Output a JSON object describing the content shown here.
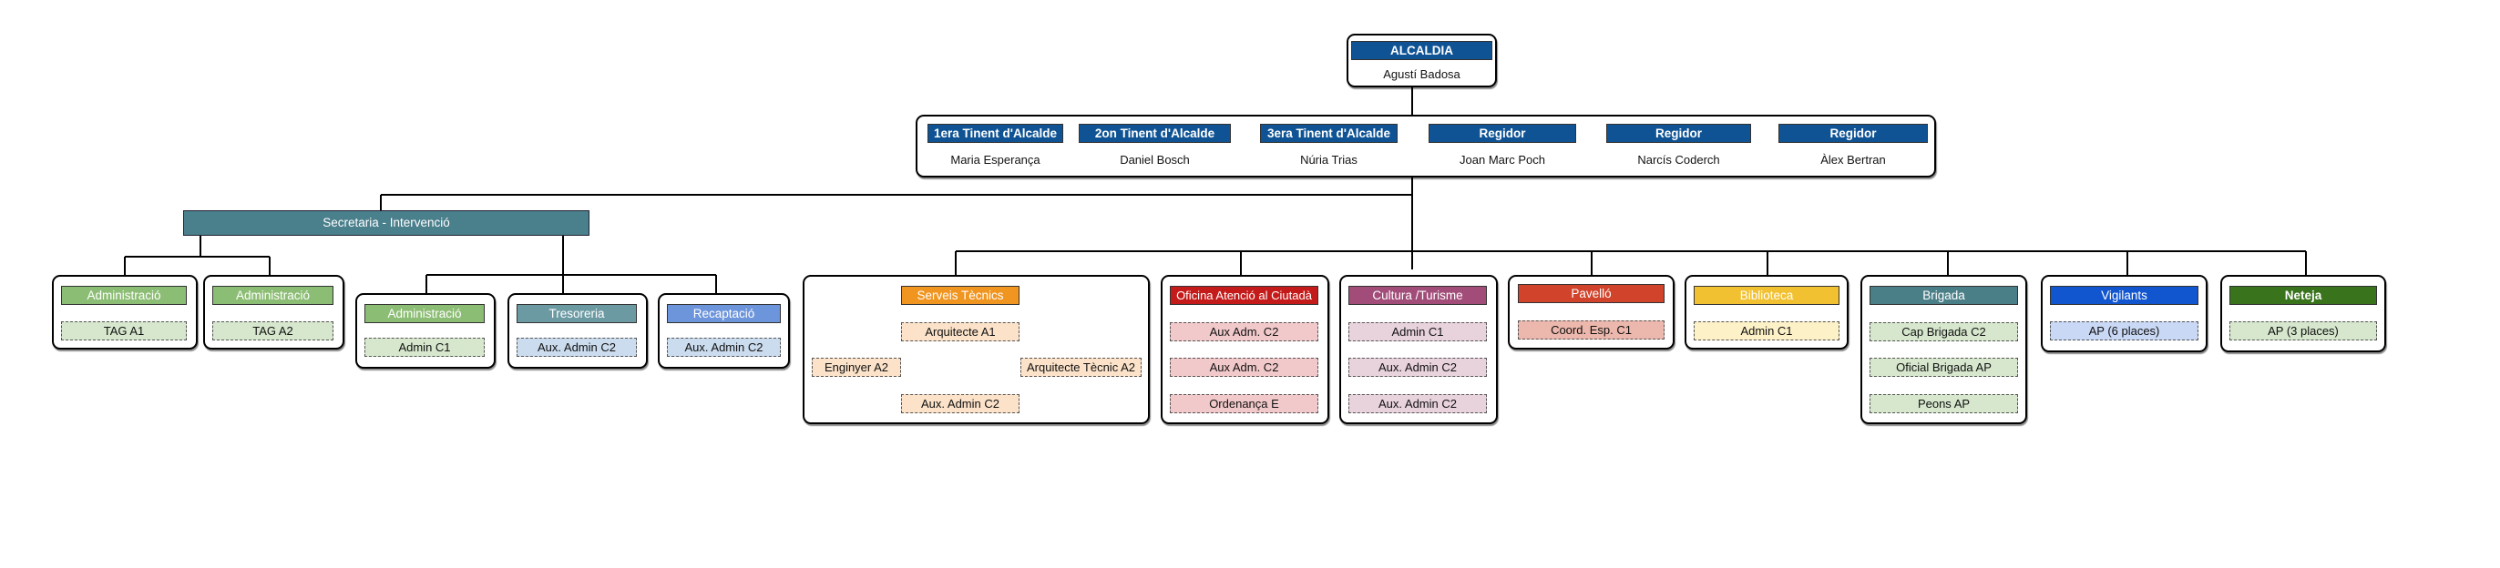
{
  "colors": {
    "blue": "#0f5394",
    "teal": "#4a7f8c",
    "green": "#8cbd74",
    "tesoreria": "#6c9aa3",
    "recaptacio": "#6d95db",
    "orange": "#f0951f",
    "red": "#c51a1a",
    "purple": "#a24c79",
    "pavello": "#d1432b",
    "yellow": "#f2c131",
    "brigada": "#4a7f87",
    "vigilants": "#1256cf",
    "neteja": "#39731c",
    "pos_green": "#d6e7cd",
    "pos_blue": "#cbdcee",
    "pos_orange": "#fbe2c9",
    "pos_red": "#f2c9ca",
    "pos_purple": "#e8d2dc",
    "pos_salmon": "#ecb7ac",
    "pos_yellow": "#fdf1c7",
    "pos_light_blue": "#c9d8f5"
  },
  "alcaldia": {
    "title": "ALCALDIA",
    "name": "Agustí Badosa"
  },
  "council": [
    {
      "title": "1era Tinent d'Alcalde",
      "name": "Maria Esperança"
    },
    {
      "title": "2on Tinent d'Alcalde",
      "name": "Daniel Bosch"
    },
    {
      "title": "3era Tinent d'Alcalde",
      "name": "Núria Trias"
    },
    {
      "title": "Regidor",
      "name": "Joan Marc Poch"
    },
    {
      "title": "Regidor",
      "name": "Narcís Coderch"
    },
    {
      "title": "Regidor",
      "name": "Àlex Bertran"
    }
  ],
  "secretaria": {
    "title": "Secretaria - Intervenció"
  },
  "departments": {
    "administracio_1": {
      "title": "Administració",
      "positions": [
        "TAG A1"
      ]
    },
    "administracio_2": {
      "title": "Administració",
      "positions": [
        "TAG A2"
      ]
    },
    "administracio_3": {
      "title": "Administració",
      "positions": [
        "Admin C1"
      ]
    },
    "tresoreria": {
      "title": "Tresoreria",
      "positions": [
        "Aux. Admin C2"
      ]
    },
    "recaptacio": {
      "title": "Recaptació",
      "positions": [
        "Aux. Admin C2"
      ]
    },
    "serveis_tecnics": {
      "title": "Serveis Tècnics",
      "positions": [
        "Arquitecte A1",
        "Enginyer A2",
        "Arquitecte Tècnic A2",
        "Aux. Admin C2"
      ]
    },
    "oac": {
      "title": "Oficina Atenció al Ciutadà",
      "positions": [
        "Aux Adm. C2",
        "Aux Adm. C2",
        "Ordenança E"
      ]
    },
    "cultura": {
      "title": "Cultura /Turisme",
      "positions": [
        "Admin C1",
        "Aux. Admin C2",
        "Aux. Admin C2"
      ]
    },
    "pavello": {
      "title": "Pavelló",
      "positions": [
        "Coord. Esp. C1"
      ]
    },
    "biblioteca": {
      "title": "Biblioteca",
      "positions": [
        "Admin C1"
      ]
    },
    "brigada": {
      "title": "Brigada",
      "positions": [
        "Cap Brigada C2",
        "Oficial Brigada AP",
        "Peons AP"
      ]
    },
    "vigilants": {
      "title": "Vigilants",
      "positions": [
        "AP (6 places)"
      ]
    },
    "neteja": {
      "title": "Neteja",
      "positions": [
        "AP (3 places)"
      ]
    }
  }
}
